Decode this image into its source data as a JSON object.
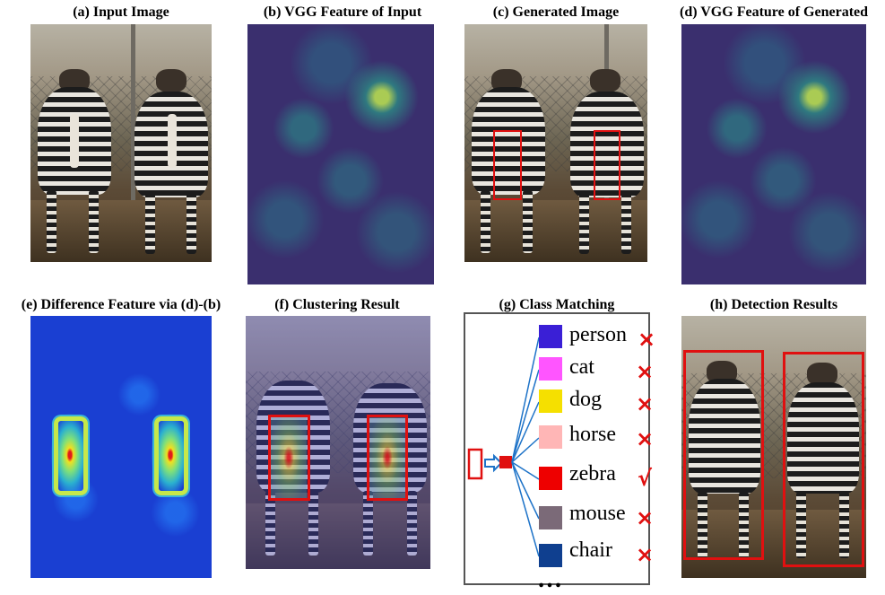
{
  "captions": {
    "a": "(a) Input Image",
    "b": "(b) VGG Feature of Input",
    "c": "(c) Generated Image",
    "d": "(d) VGG Feature of Generated",
    "e": "(e) Difference Feature via (d)-(b)",
    "f": "(f) Clustering Result",
    "g": "(g) Class Matching",
    "h": "(h) Detection Results"
  },
  "class_matching": {
    "classes": [
      {
        "label": "person",
        "color": "#3a1fd6",
        "mark": "×"
      },
      {
        "label": "cat",
        "color": "#ff55ff",
        "mark": "×"
      },
      {
        "label": "dog",
        "color": "#f5e000",
        "mark": "×"
      },
      {
        "label": "horse",
        "color": "#ffb6b6",
        "mark": "×"
      },
      {
        "label": "zebra",
        "color": "#ee0000",
        "mark": "√"
      },
      {
        "label": "mouse",
        "color": "#7b6a78",
        "mark": "×"
      },
      {
        "label": "chair",
        "color": "#0f3f8f",
        "mark": "×"
      }
    ],
    "more": "…"
  },
  "colors": {
    "box": "#e01010",
    "arrow": "#1e73c8"
  }
}
